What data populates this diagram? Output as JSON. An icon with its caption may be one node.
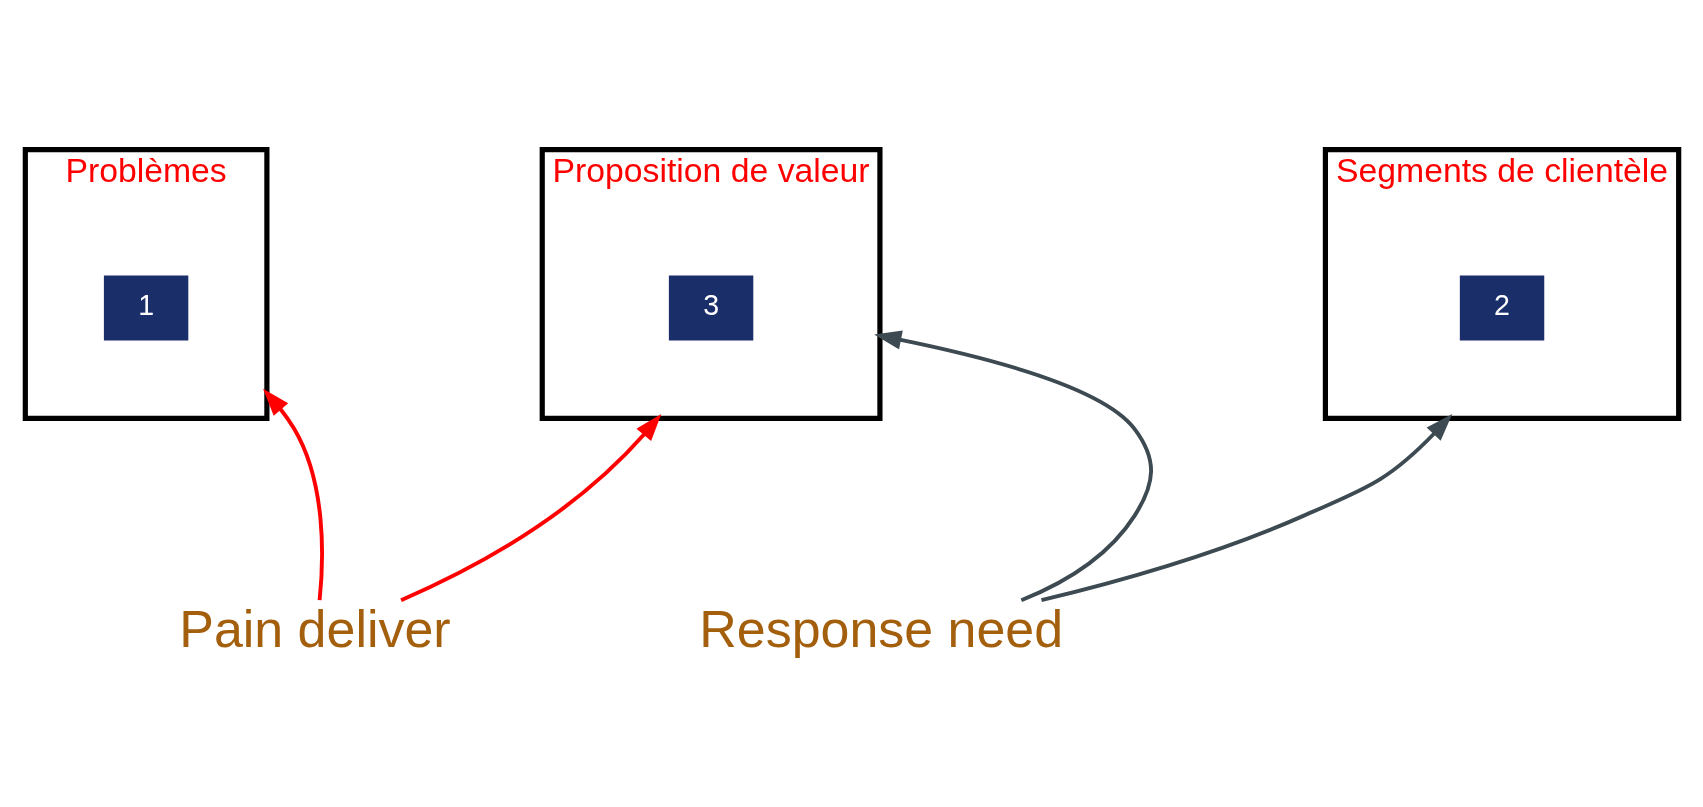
{
  "diagram": {
    "nodes": [
      {
        "text": [
          "Problèmes"
        ]
      },
      {
        "text": [
          "1"
        ],
        "in": 0
      },
      {
        "text": [
          "Proposition de valeur"
        ]
      },
      {
        "text": [
          "3"
        ],
        "in": 2
      },
      {
        "text": [
          "Segments de clientèle"
        ]
      },
      {
        "text": [
          "2"
        ],
        "in": 4
      },
      {
        "text": [
          "Pain deliver"
        ]
      },
      {
        "text": [
          "Response need"
        ]
      }
    ],
    "edges": [
      {
        "from": 6,
        "to": 0,
        "arrow": "to",
        "color": "#ff0000"
      },
      {
        "from": 6,
        "to": 2,
        "arrow": "to",
        "color": "#ff0000"
      },
      {
        "from": 7,
        "to": 2,
        "arrow": "to",
        "color": "#3d4a52"
      },
      {
        "from": 7,
        "to": 4,
        "arrow": "to",
        "color": "#3d4a52"
      }
    ]
  }
}
